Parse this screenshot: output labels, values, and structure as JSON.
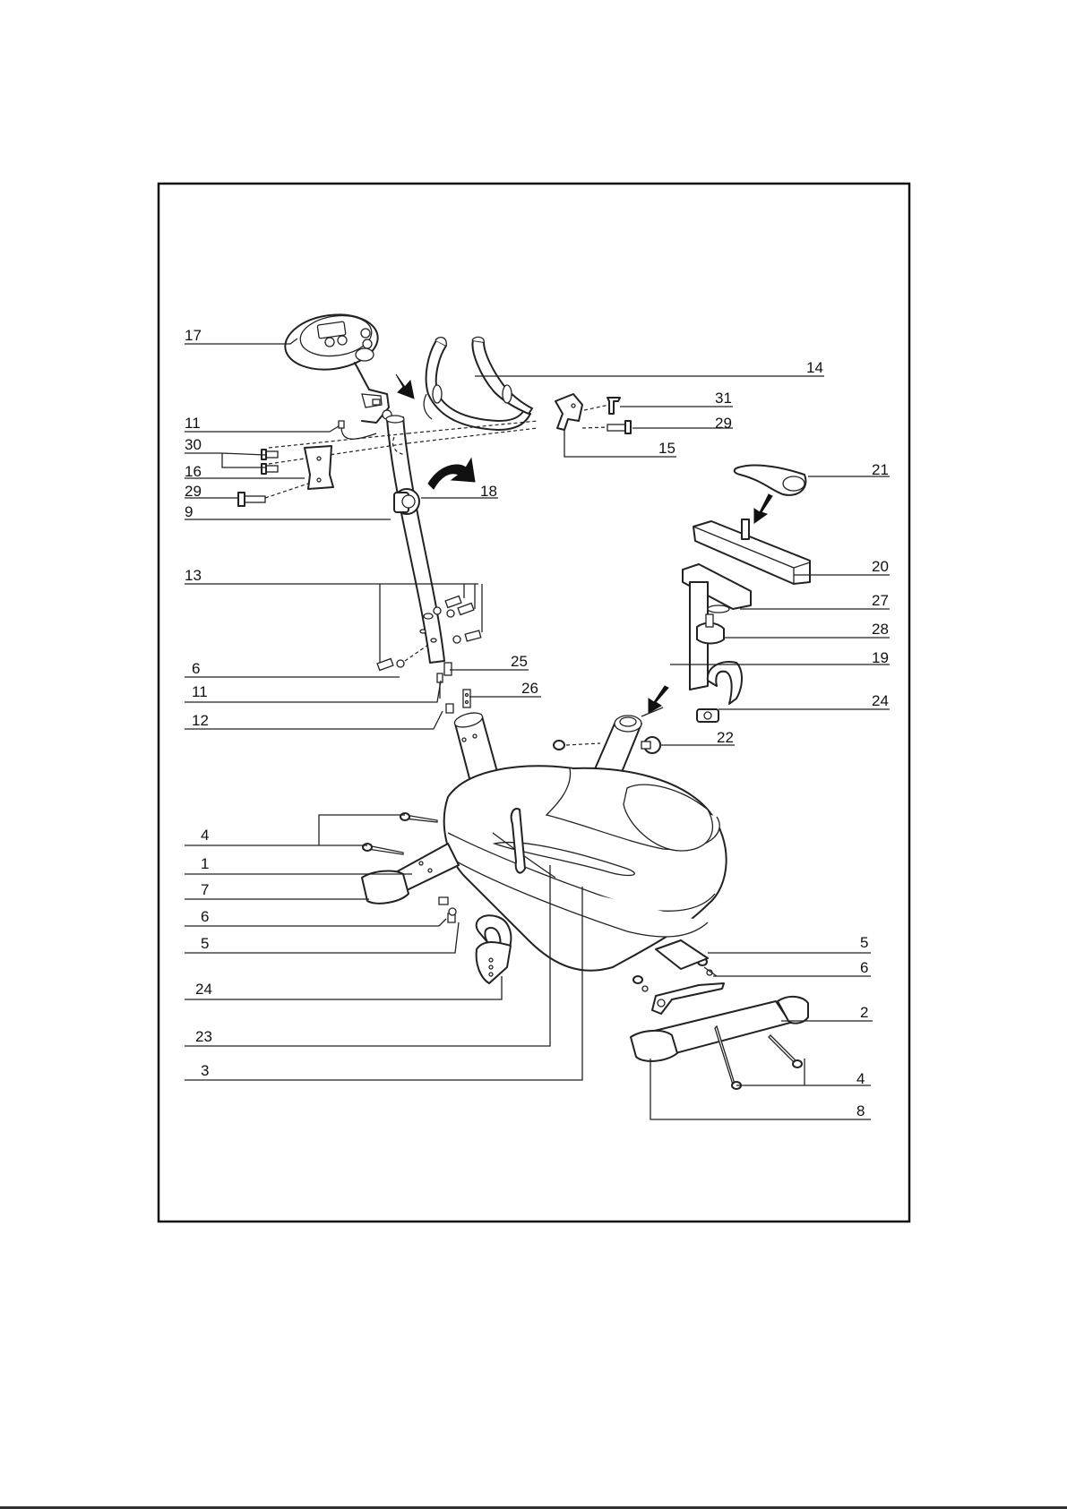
{
  "labels": {
    "l17": "17",
    "l14": "14",
    "l31": "31",
    "l29a": "29",
    "l11a": "11",
    "l30": "30",
    "l15": "15",
    "l16": "16",
    "l21": "21",
    "l29b": "29",
    "l18": "18",
    "l9": "9",
    "l20": "20",
    "l13": "13",
    "l27": "27",
    "l28": "28",
    "l6a": "6",
    "l25": "25",
    "l19": "19",
    "l11b": "11",
    "l26": "26",
    "l24a": "24",
    "l12": "12",
    "l22": "22",
    "l4a": "4",
    "l1": "1",
    "l7": "7",
    "l6b": "6",
    "l5a": "5",
    "l5b": "5",
    "l6c": "6",
    "l24b": "24",
    "l2": "2",
    "l23": "23",
    "l4b": "4",
    "l3": "3",
    "l8": "8"
  }
}
